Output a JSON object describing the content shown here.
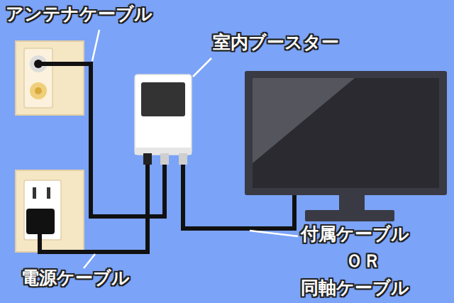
{
  "diagram": {
    "labels": [
      "アンテナケーブル",
      "室内ブースター",
      "付属ケーブル",
      "ＯＲ",
      "同軸ケーブル",
      "電源ケーブル"
    ]
  }
}
